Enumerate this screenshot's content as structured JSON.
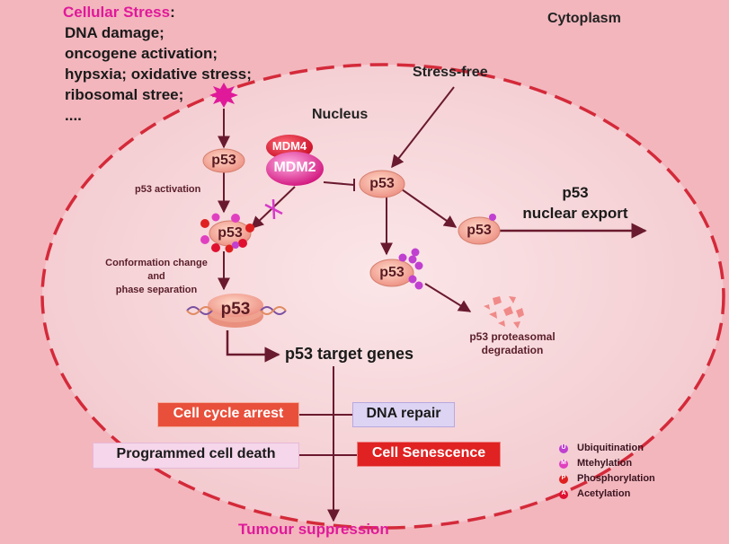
{
  "stress": {
    "title": "Cellular Stress",
    "colon": ":",
    "lines": [
      "DNA damage;",
      "oncogene activation;",
      "hypsxia;  oxidative stress;",
      "ribosomal stree;",
      "...."
    ]
  },
  "regions": {
    "cytoplasm": "Cytoplasm",
    "nucleus": "Nucleus",
    "stress_free": "Stress-free"
  },
  "mdm": {
    "mdm4": "MDM4",
    "mdm2": "MDM2"
  },
  "p53": {
    "label": "p53"
  },
  "steps": {
    "activation": "p53 activation",
    "conformation_l1": "Conformation change",
    "conformation_l2": "and",
    "conformation_l3": "phase separation",
    "target_genes": "p53 target genes",
    "export_l1": "p53",
    "export_l2": "nuclear export",
    "degradation_l1": "p53 proteasomal",
    "degradation_l2": "degradation"
  },
  "outcomes": {
    "cell_cycle_arrest": "Cell cycle arrest",
    "dna_repair": "DNA repair",
    "programmed_cell_death": "Programmed cell death",
    "cell_senescence": "Cell Senescence",
    "tumour_suppression": "Tumour suppression"
  },
  "legend": [
    {
      "letter": "U",
      "label": "Ubiquitination",
      "color": "#c040d0"
    },
    {
      "letter": "M",
      "label": "Mtehylation",
      "color": "#e040c0"
    },
    {
      "letter": "P",
      "label": "Phosphorylation",
      "color": "#e02020"
    },
    {
      "letter": "A",
      "label": "Acetylation",
      "color": "#e01030"
    }
  ],
  "colors": {
    "background": "#f3b6bd",
    "nucleus_border": "#d42a3a",
    "arrow": "#6a1a2e",
    "stress_magenta": "#e0199a"
  }
}
